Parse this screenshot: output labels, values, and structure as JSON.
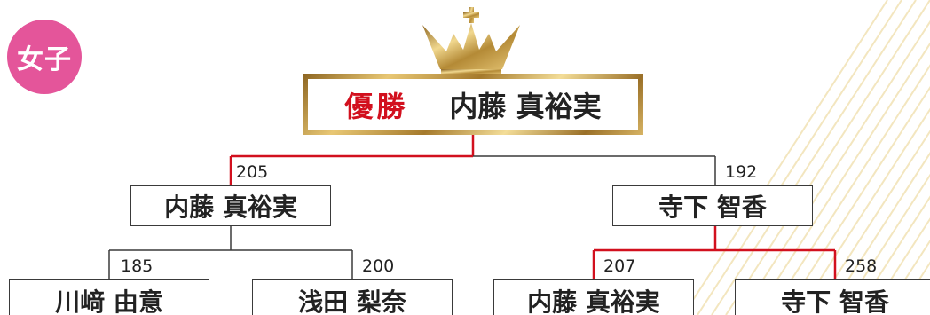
{
  "category_badge": "女子",
  "champion": {
    "label": "優勝",
    "name": "内藤 真裕実"
  },
  "semifinal": {
    "left": {
      "name": "内藤 真裕実",
      "score": "205",
      "winner": true
    },
    "right": {
      "name": "寺下 智香",
      "score": "192",
      "winner": false
    }
  },
  "quarterfinal": [
    {
      "name": "川﨑 由意",
      "score": "185",
      "winner": false
    },
    {
      "name": "浅田 梨奈",
      "score": "200",
      "winner": false
    },
    {
      "name": "内藤 真裕実",
      "score": "207",
      "winner": true
    },
    {
      "name": "寺下 智香",
      "score": "258",
      "winner": true
    }
  ],
  "colors": {
    "winner_line": "#d2101e",
    "loser_line": "#3a3a3a",
    "badge": "#e4559a",
    "gold": "#c9a24a",
    "stripes": "#f3e6bf"
  },
  "icons": {
    "crown": "crown-icon"
  }
}
